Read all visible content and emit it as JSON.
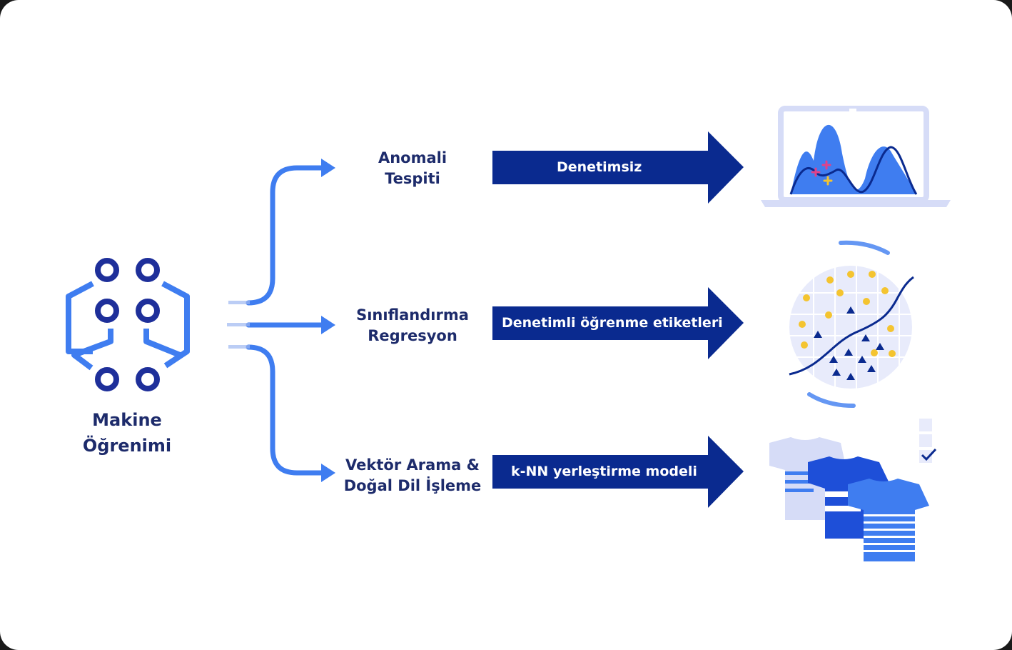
{
  "root": {
    "line1": "Makine",
    "line2": "Öğrenimi"
  },
  "branches": [
    {
      "line1": "Anomali",
      "line2": "Tespiti",
      "banner": "Denetimsiz",
      "illustration": "laptop-anomaly-chart-icon"
    },
    {
      "line1": "Sınıflandırma",
      "line2": "Regresyon",
      "banner": "Denetimli öğrenme etiketleri",
      "illustration": "classification-scatter-icon"
    },
    {
      "line1": "Vektör Arama &",
      "line2": "Doğal Dil İşleme",
      "banner": "k-NN yerleştirme modeli",
      "illustration": "tshirt-similarity-icon"
    }
  ],
  "colors": {
    "navy": "#0a2a8f",
    "blue": "#3f7df0",
    "dark_text": "#1d2b6b",
    "light": "#e8ebfb",
    "accent_yellow": "#f4c430",
    "accent_pink": "#e0428a"
  }
}
